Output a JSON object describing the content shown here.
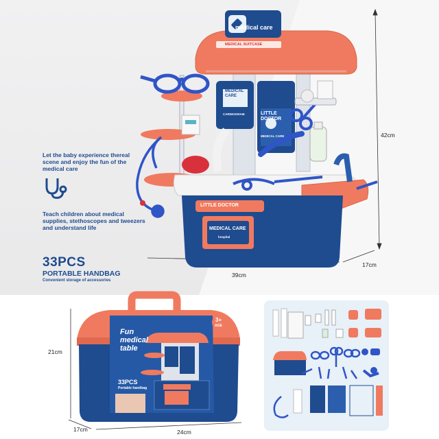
{
  "product": {
    "lid_sign_text": "medical care",
    "lid_tag_text": "MEDICAL SUITCASE",
    "panel_title": "MEDICAL CARE",
    "doctor_board": "LITTLE DOCTOR",
    "doctor_board_sub": "MEDICAL CARE",
    "small_tag": "CARDIOGRAM",
    "front_banner": "LITTLE DOCTOR",
    "front_panel_title": "MEDICAL CARE",
    "front_panel_sub": "hospital"
  },
  "features": {
    "feature1": "Let the baby experience thereal scene and enjoy the fun of the medical care",
    "feature2": "Teach children about medical supplies, stethoscopes and tweezers and understand life"
  },
  "headline": {
    "count": "33PCS",
    "subtitle": "PORTABLE HANDBAG",
    "caption": "Convenient storage of accessories"
  },
  "dimensions": {
    "height_top": "42cm",
    "width_top": "39cm",
    "depth_top": "17cm",
    "height_box": "21cm",
    "depth_box": "17cm",
    "width_box": "24cm"
  },
  "box": {
    "line1": "Fun",
    "line2": "medical",
    "line3": "table",
    "age_badge": "3+",
    "age_sub": "AGE",
    "count": "33PCS",
    "subtitle": "Portable handbag"
  },
  "colors": {
    "coral": "#f07a5f",
    "navy": "#1f4b8f",
    "light_blue": "#e8f0f8"
  }
}
